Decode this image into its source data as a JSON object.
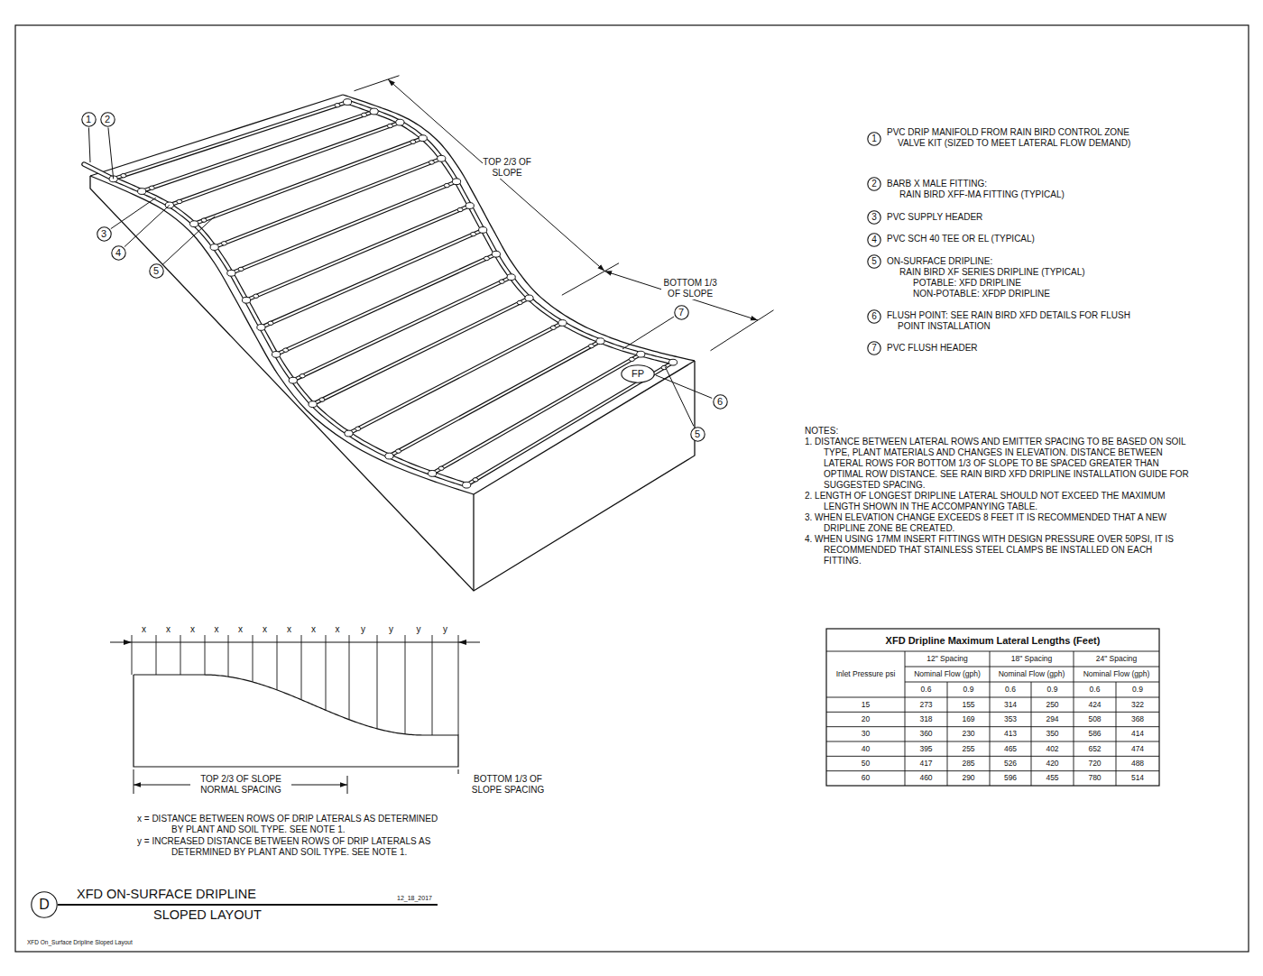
{
  "diagram": {
    "nodes": [
      {
        "text": [
          "1"
        ]
      },
      {
        "text": [
          "2"
        ]
      },
      {
        "text": [
          "3"
        ]
      },
      {
        "text": [
          "4"
        ]
      },
      {
        "text": [
          "5"
        ]
      },
      {
        "text": [
          "7"
        ]
      },
      {
        "text": [
          "FP"
        ]
      },
      {
        "text": [
          "6"
        ]
      },
      {
        "text": [
          "5"
        ]
      },
      {
        "text": [
          "1"
        ]
      },
      {
        "text": [
          "2"
        ]
      },
      {
        "text": [
          "3"
        ]
      },
      {
        "text": [
          "4"
        ]
      },
      {
        "text": [
          "5"
        ]
      },
      {
        "text": [
          "6"
        ]
      },
      {
        "text": [
          "7"
        ]
      },
      {
        "text": [
          "D"
        ]
      }
    ],
    "labels": [
      "TOP 2/3 OF SLOPE",
      "BOTTOM 1/3 OF SLOPE",
      "PVC DRIP MANIFOLD FROM RAIN BIRD CONTROL ZONE VALVE KIT (SIZED TO MEET LATERAL FLOW DEMAND)",
      "BARB X MALE FITTING:",
      "RAIN BIRD XFF-MA FITTING (TYPICAL)",
      "PVC SUPPLY HEADER",
      "PVC SCH 40 TEE OR EL (TYPICAL)",
      "ON-SURFACE DRIPLINE:",
      "RAIN BIRD XF SERIES DRIPLINE (TYPICAL)",
      "POTABLE: XFD DRIPLINE",
      "NON-POTABLE: XFDP DRIPLINE",
      "FLUSH POINT: SEE RAIN BIRD XFD DETAILS FOR FLUSH POINT INSTALLATION",
      "PVC FLUSH HEADER",
      "NOTES:",
      "1. DISTANCE BETWEEN LATERAL ROWS AND EMITTER SPACING TO BE BASED ON SOIL TYPE, PLANT MATERIALS AND CHANGES IN ELEVATION. DISTANCE BETWEEN LATERAL ROWS FOR BOTTOM 1/3 OF SLOPE TO BE SPACED GREATER THAN OPTIMAL ROW DISTANCE. SEE RAIN BIRD XFD DRIPLINE INSTALLATION GUIDE FOR SUGGESTED SPACING.",
      "2. LENGTH OF LONGEST DRIPLINE LATERAL SHOULD NOT EXCEED THE MAXIMUM LENGTH SHOWN IN THE ACCOMPANYING TABLE.",
      "3. WHEN ELEVATION CHANGE EXCEEDS 8 FEET IT IS RECOMMENDED THAT A NEW DRIPLINE ZONE BE CREATED.",
      "4. WHEN USING 17MM INSERT FITTINGS WITH DESIGN PRESSURE OVER 50PSI, IT IS RECOMMENDED THAT STAINLESS STEEL CLAMPS BE INSTALLED ON EACH FITTING.",
      "x",
      "x",
      "x",
      "x",
      "x",
      "x",
      "x",
      "x",
      "x",
      "y",
      "y",
      "y",
      "y",
      "TOP 2/3 OF SLOPE NORMAL SPACING",
      "BOTTOM 1/3 OF SLOPE SPACING",
      "x = DISTANCE BETWEEN ROWS OF DRIP LATERALS AS DETERMINED BY PLANT AND SOIL TYPE. SEE NOTE 1.",
      "y = INCREASED DISTANCE BETWEEN ROWS OF DRIP LATERALS AS DETERMINED BY PLANT AND SOIL TYPE. SEE NOTE 1.",
      "XFD ON-SURFACE DRIPLINE",
      "SLOPED LAYOUT",
      "12_18_2017",
      "XFD On_Surface Dripline Sloped Layout",
      "XFD Dripline Maximum Lateral Lengths (Feet)",
      "12\" Spacing",
      "18\" Spacing",
      "24\" Spacing",
      "Inlet Pressure psi",
      "Nominal Flow (gph)",
      "Nominal Flow (gph)",
      "Nominal Flow (gph)",
      "0.6",
      "0.9",
      "0.6",
      "0.9",
      "0.6",
      "0.9",
      "15",
      "273",
      "155",
      "314",
      "250",
      "424",
      "322",
      "20",
      "318",
      "169",
      "353",
      "294",
      "508",
      "368",
      "30",
      "360",
      "230",
      "413",
      "350",
      "586",
      "414",
      "40",
      "395",
      "255",
      "465",
      "402",
      "652",
      "474",
      "50",
      "417",
      "285",
      "526",
      "420",
      "720",
      "488",
      "60",
      "460",
      "290",
      "596",
      "455",
      "780",
      "514"
    ]
  }
}
